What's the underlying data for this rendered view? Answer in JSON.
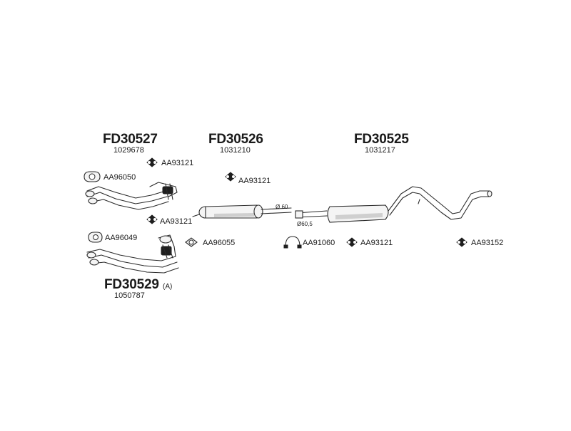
{
  "groups": [
    {
      "code": "FD30527",
      "number": "1029678"
    },
    {
      "code": "FD30526",
      "number": "1031210"
    },
    {
      "code": "FD30525",
      "number": "1031217"
    },
    {
      "code": "FD30529",
      "variant": "(A)",
      "number": "1050787"
    }
  ],
  "parts": {
    "clamp_top_left": "AA93121",
    "gasket_front": "AA96050",
    "clamp_mid_left": "AA93121",
    "clamp_center": "AA93121",
    "gasket_lower": "AA96049",
    "gasket_center": "AA96055",
    "clamp_rear": "AA91060",
    "clamp_rear_2": "AA93121",
    "hanger_tail": "AA93152"
  },
  "dimensions": {
    "mid_diameter": "Ø 60",
    "rear_diameter": "Ø60,5"
  }
}
